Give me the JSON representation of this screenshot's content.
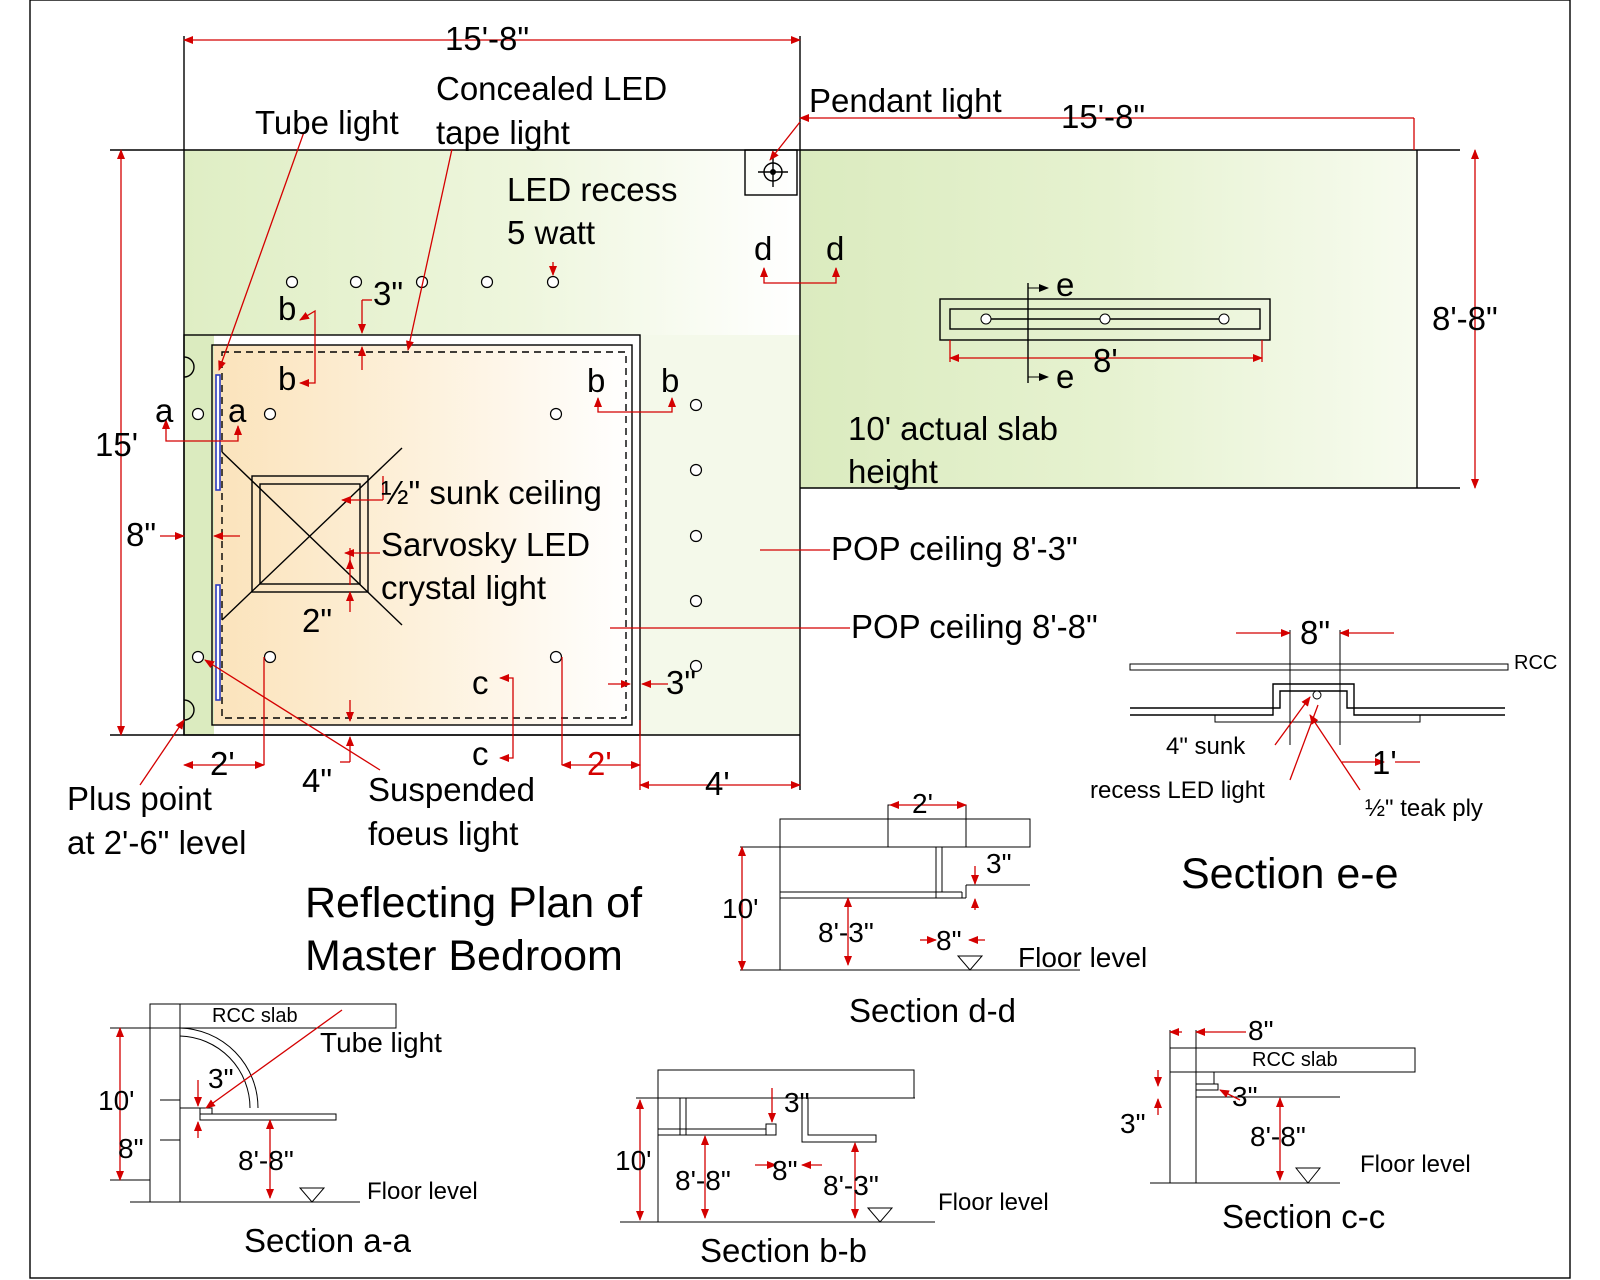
{
  "plan": {
    "title_line1": "Reflecting Plan of",
    "title_line2": "Master Bedroom",
    "dims": {
      "top_width": "15'-8\"",
      "right_width": "15'-8\"",
      "left_height": "15'",
      "right_height": "8'-8\"",
      "rail_length": "8'",
      "gap_3in_top": "3\"",
      "gap_8in_left": "8\"",
      "gap_2in": "2\"",
      "gap_3in_right": "3\"",
      "gap_2ft_left": "2'",
      "gap_4in": "4\"",
      "gap_2ft_red": "2'",
      "gap_4ft": "4'"
    },
    "labels": {
      "tube_light": "Tube light",
      "concealed_1": "Concealed LED",
      "concealed_2": "tape light",
      "pendant": "Pendant light",
      "led_recess_1": "LED recess",
      "led_recess_2": "5 watt",
      "sunk_half": "½\" sunk ceiling",
      "sarvosky_1": "Sarvosky LED",
      "sarvosky_2": "crystal light",
      "pop_83": "POP ceiling 8'-3\"",
      "pop_88": "POP ceiling 8'-8\"",
      "slab_1": "10' actual slab",
      "slab_2": "height",
      "plus_1": "Plus point",
      "plus_2": "at 2'-6\" level",
      "susp_1": "Suspended",
      "susp_2": "foeus light"
    },
    "section_marks": {
      "a": "a",
      "b": "b",
      "c": "c",
      "d": "d",
      "e": "e"
    }
  },
  "section_ee": {
    "title": "Section e-e",
    "dim_8": "8\"",
    "rcc": "RCC",
    "sunk": "4\" sunk",
    "recess": "recess LED light",
    "dim_1": "1'",
    "teak": "½\" teak ply"
  },
  "section_dd": {
    "title": "Section d-d",
    "dim_2": "2'",
    "dim_3": "3\"",
    "dim_10": "10'",
    "dim_83": "8'-3\"",
    "dim_8": "8\"",
    "floor": "Floor level"
  },
  "section_aa": {
    "title": "Section a-a",
    "rcc": "RCC slab",
    "tube": "Tube light",
    "dim_3": "3\"",
    "dim_10": "10'",
    "dim_8": "8\"",
    "dim_88": "8'-8\"",
    "floor": "Floor level"
  },
  "section_bb": {
    "title": "Section b-b",
    "dim_3": "3\"",
    "dim_10": "10'",
    "dim_88": "8'-8\"",
    "dim_8": "8\"",
    "dim_83": "8'-3\"",
    "floor": "Floor level"
  },
  "section_cc": {
    "title": "Section c-c",
    "dim_8": "8\"",
    "rcc": "RCC slab",
    "dim_3a": "3\"",
    "dim_3b": "3\"",
    "dim_88": "8'-8\"",
    "floor": "Floor level"
  },
  "colors": {
    "dimension": "#d40000",
    "ceiling_green": "#e3f0c8",
    "ceiling_cream": "#fbe7c4",
    "tube_light": "#2a3bbf"
  }
}
